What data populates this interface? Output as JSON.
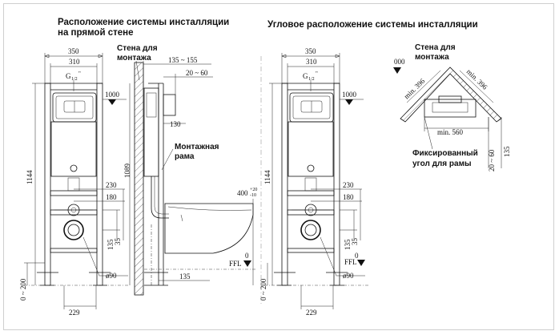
{
  "titles": {
    "straight_line1": "Расположение системы инсталляции",
    "straight_line2": "на прямой  стене",
    "corner": "Угловое расположение системы инсталляции"
  },
  "front_left": {
    "dim_350": "350",
    "dim_310": "310",
    "dim_g": "G",
    "dim_g_frac": "1/2",
    "dim_g_sup": "\"",
    "mark_1000": "1000",
    "dim_1144": "1144",
    "dim_230": "230",
    "dim_180": "180",
    "dim_135": "135",
    "dim_35": "35",
    "dim_phi90": "ø90",
    "dim_0_200": "0 ~ 200",
    "dim_229": "229"
  },
  "side": {
    "wall_label_line1": "Стена для",
    "wall_label_line2": "монтажа",
    "dim_135_155": "135 ~ 155",
    "dim_20_60": "20 ~ 60",
    "dim_130": "130",
    "frame_label_line1": "Монтажная",
    "frame_label_line2": "рама",
    "dim_1089": "1089",
    "dim_400": "400",
    "dim_400_tol_plus": "+20",
    "dim_400_tol_minus": "-10",
    "ffl_zero": "0",
    "ffl": "FFL",
    "dim_135_bottom": "135"
  },
  "front_right": {
    "dim_350": "350",
    "dim_310": "310",
    "dim_g": "G",
    "dim_g_frac": "1/2",
    "dim_g_sup": "\"",
    "mark_1000": "1000",
    "dim_1144": "1144",
    "dim_230": "230",
    "dim_180": "180",
    "dim_135": "135",
    "dim_35": "35",
    "ffl_zero": "0",
    "ffl": "FFL",
    "dim_phi90": "ø90",
    "dim_0_200": "0 ~ 200",
    "dim_229": "229"
  },
  "corner": {
    "mark_000": "000",
    "wall_label_line1": "Стена для",
    "wall_label_line2": "монтажа",
    "dim_min396_left": "min. 396",
    "dim_min396_right": "min. 396",
    "dim_min560": "min. 560",
    "fixed_label_line1": "Фиксированный",
    "fixed_label_line2": "угол для рамы",
    "dim_20_60": "20 ~ 60",
    "dim_135": "135"
  }
}
